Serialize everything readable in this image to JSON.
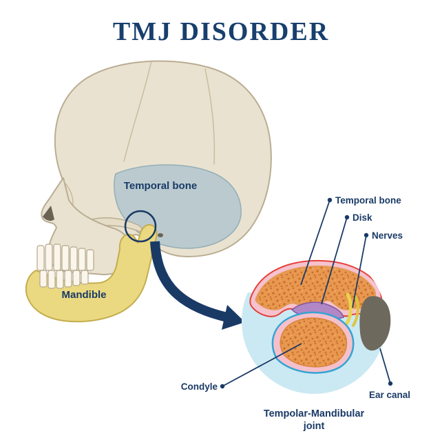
{
  "title": "TMJ DISORDER",
  "skull": {
    "temporal_bone_label": "Temporal bone",
    "mandible_label": "Mandible"
  },
  "inset": {
    "labels": {
      "temporal_bone": "Temporal bone",
      "disk": "Disk",
      "nerves": "Nerves",
      "condyle": "Condyle",
      "ear_canal": "Ear canal"
    },
    "caption_line1": "Tempolar-Mandibular",
    "caption_line2": "joint"
  },
  "colors": {
    "navy": "#1a3a66",
    "skull_fill": "#eae2d0",
    "skull_outline": "#b9ad92",
    "temporal_bone_region": "#b5c8ce",
    "mandible": "#ead981",
    "inset_fluid": "#cbe9f3",
    "bone": "#e8984f",
    "bone_speckle": "#c96f2e",
    "disk": "#b287c6",
    "capsule": "#f6c2cd",
    "capsule_outline": "#e4403a",
    "nerves": "#e8d44d",
    "ear_canal": "#6e695d",
    "condyle_outline": "#35a3d4"
  }
}
